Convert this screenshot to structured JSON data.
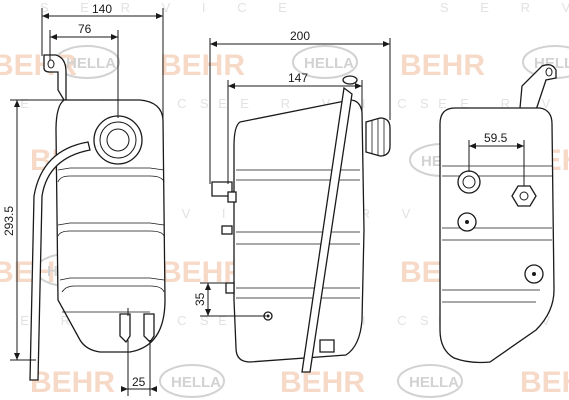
{
  "watermark": {
    "brand_behr": "BEHR",
    "brand_hella": "HELLA",
    "service_word": "S E R V I C E"
  },
  "dimensions": {
    "width_140": "140",
    "width_76": "76",
    "height_293_5": "293.5",
    "bottom_25": "25",
    "width_200": "200",
    "width_147": "147",
    "height_35": "35",
    "width_59_5": "59.5"
  }
}
